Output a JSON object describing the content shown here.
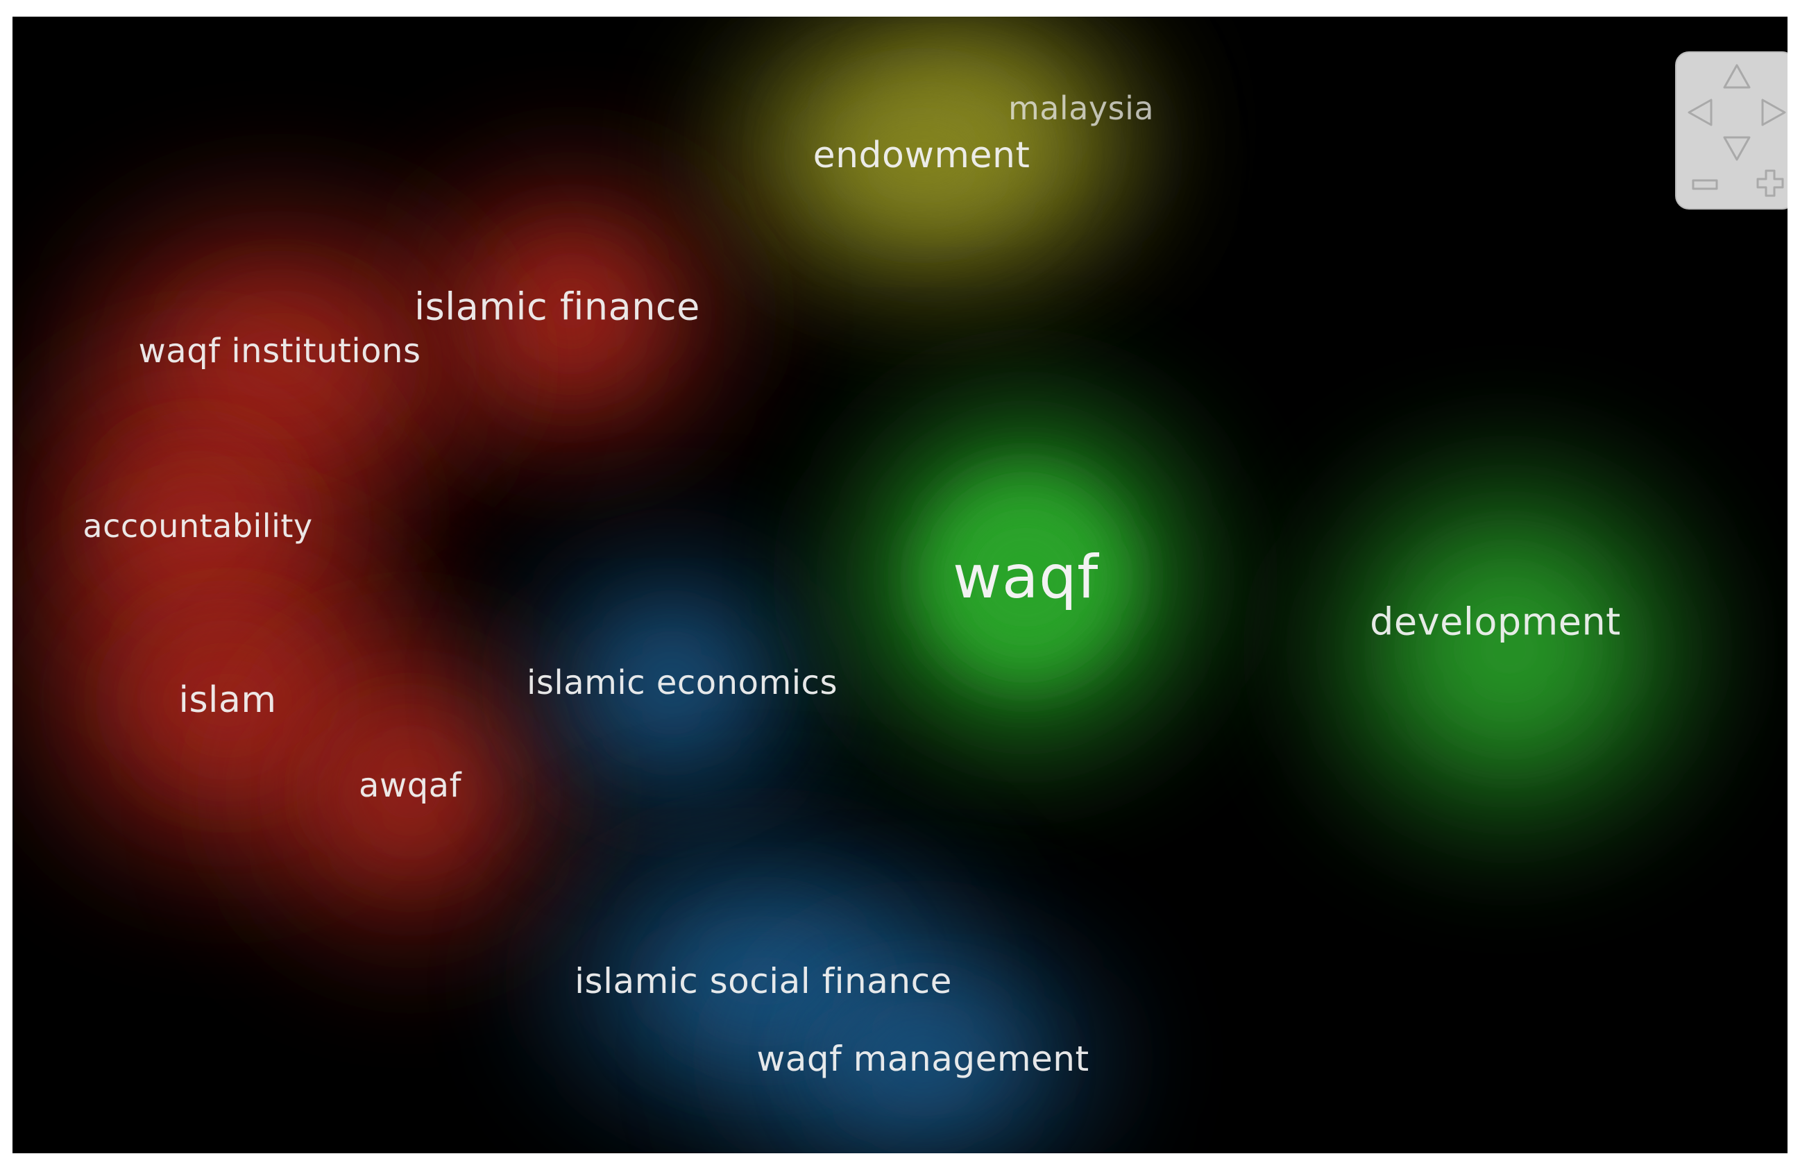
{
  "map": {
    "background": "#000000",
    "cluster_colors": {
      "red": "#a8251f",
      "green": "#2aa52a",
      "blue": "#1f5a8a",
      "yellow": "#8a8a22"
    },
    "terms": [
      {
        "label": "malaysia",
        "cluster": "yellow",
        "weight": 0.45
      },
      {
        "label": "endowment",
        "cluster": "yellow",
        "weight": 0.7
      },
      {
        "label": "islamic finance",
        "cluster": "red",
        "weight": 0.75
      },
      {
        "label": "waqf institutions",
        "cluster": "red",
        "weight": 0.6
      },
      {
        "label": "accountability",
        "cluster": "red",
        "weight": 0.55
      },
      {
        "label": "islam",
        "cluster": "red",
        "weight": 0.6
      },
      {
        "label": "awqaf",
        "cluster": "red",
        "weight": 0.55
      },
      {
        "label": "islamic economics",
        "cluster": "blue",
        "weight": 0.6
      },
      {
        "label": "waqf",
        "cluster": "green",
        "weight": 1.0
      },
      {
        "label": "development",
        "cluster": "green",
        "weight": 0.7
      },
      {
        "label": "islamic social finance",
        "cluster": "blue",
        "weight": 0.6
      },
      {
        "label": "waqf management",
        "cluster": "blue",
        "weight": 0.55
      }
    ]
  },
  "navigation": {
    "buttons": [
      "pan-up",
      "pan-left",
      "pan-right",
      "pan-down",
      "zoom-out",
      "zoom-in"
    ],
    "icon_color": "#a9a9a9"
  }
}
